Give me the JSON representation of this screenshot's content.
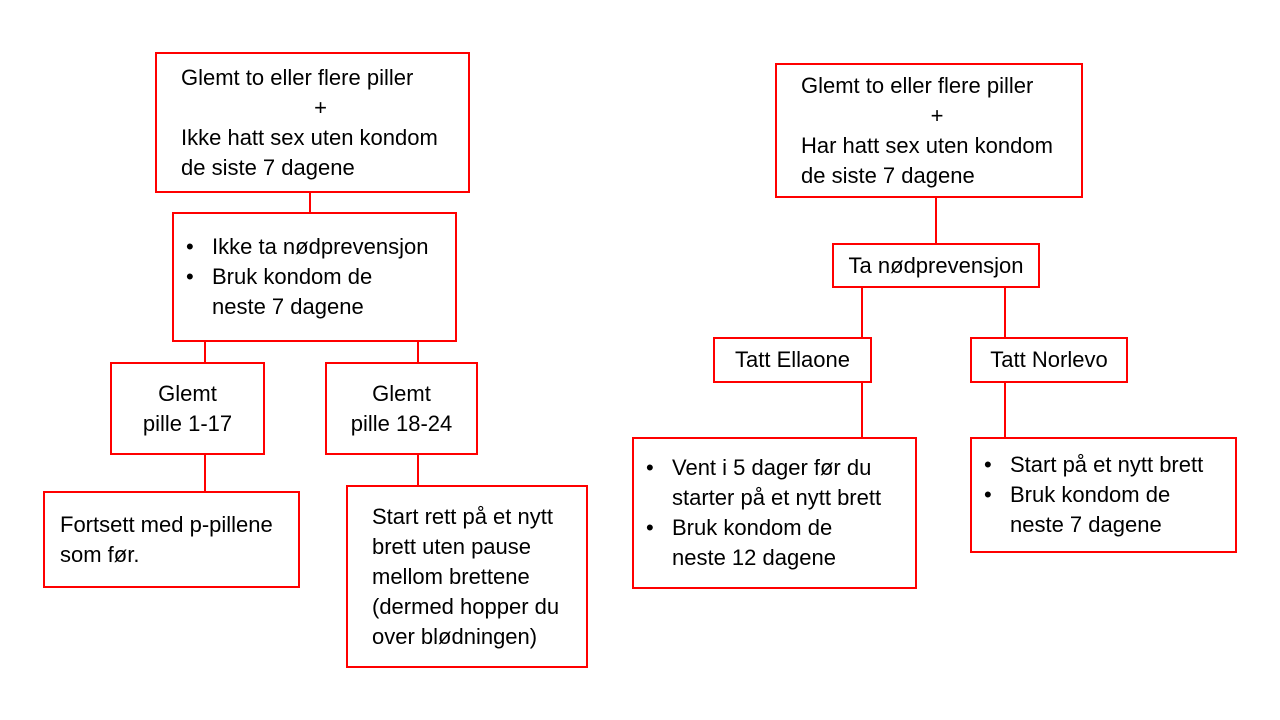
{
  "colors": {
    "line": "#ff0000",
    "text": "#000000",
    "background": "#ffffff"
  },
  "left_flow": {
    "top": {
      "lines": [
        "Glemt to eller flere piller",
        "+",
        "Ikke hatt sex uten kondom",
        "de siste 7 dagene"
      ]
    },
    "advice": {
      "bullets": [
        [
          "Ikke ta nødprevensjon"
        ],
        [
          "Bruk kondom de",
          "neste 7 dagene"
        ]
      ]
    },
    "branch_left": {
      "lines": [
        "Glemt",
        "pille 1-17"
      ]
    },
    "branch_right": {
      "lines": [
        "Glemt",
        "pille 18-24"
      ]
    },
    "outcome_left": {
      "lines": [
        "Fortsett med p-pillene",
        "som før."
      ]
    },
    "outcome_right": {
      "lines": [
        "Start rett på et nytt",
        "brett uten pause",
        "mellom brettene",
        "(dermed hopper du",
        "over blødningen)"
      ]
    }
  },
  "right_flow": {
    "top": {
      "lines": [
        "Glemt to eller flere piller",
        "+",
        "Har hatt sex uten kondom",
        "de siste 7 dagene"
      ]
    },
    "advice": {
      "lines": [
        "Ta nødprevensjon"
      ]
    },
    "branch_left": {
      "lines": [
        "Tatt Ellaone"
      ]
    },
    "branch_right": {
      "lines": [
        "Tatt Norlevo"
      ]
    },
    "outcome_left": {
      "bullets": [
        [
          "Vent i 5 dager før du",
          "starter på et nytt brett"
        ],
        [
          "Bruk kondom de",
          "neste 12 dagene"
        ]
      ]
    },
    "outcome_right": {
      "bullets": [
        [
          "Start på et nytt brett"
        ],
        [
          "Bruk kondom de",
          "neste 7 dagene"
        ]
      ]
    }
  }
}
